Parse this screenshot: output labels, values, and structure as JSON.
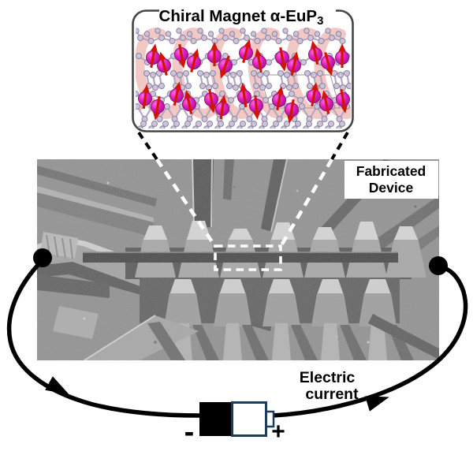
{
  "figure": {
    "inset": {
      "title_main": "Chiral Magnet α-EuP",
      "title_sub": "3"
    },
    "sem_label": {
      "line1": "Fabricated",
      "line2": "Device"
    },
    "circuit": {
      "current_line1": "Electric",
      "current_line2": "current",
      "minus": "-",
      "plus": "+"
    }
  },
  "colors": {
    "box_border": "#454545",
    "title_text": "#000000",
    "ribbon": "#e59a93",
    "p_atom_fill": "#cdc4d8",
    "p_atom_stroke": "#8e82a4",
    "bond": "#b3a8c2",
    "eu_fill": "#dd1ebc",
    "eu_highlight": "#ff6ae2",
    "eu_stroke": "#8f0d78",
    "spin_arrow": "#d11404",
    "unit_cell": "#999999",
    "sem_base": "#8f8f8f",
    "dashed_black": "#000000",
    "dashed_white": "#ffffff",
    "roi_stroke": "#ffffff",
    "label_bg": "#ffffff",
    "label_text": "#000000",
    "wire": "#000000",
    "battery_black": "#000000",
    "battery_white": "#ffffff",
    "battery_border": "#1c3d5e"
  }
}
